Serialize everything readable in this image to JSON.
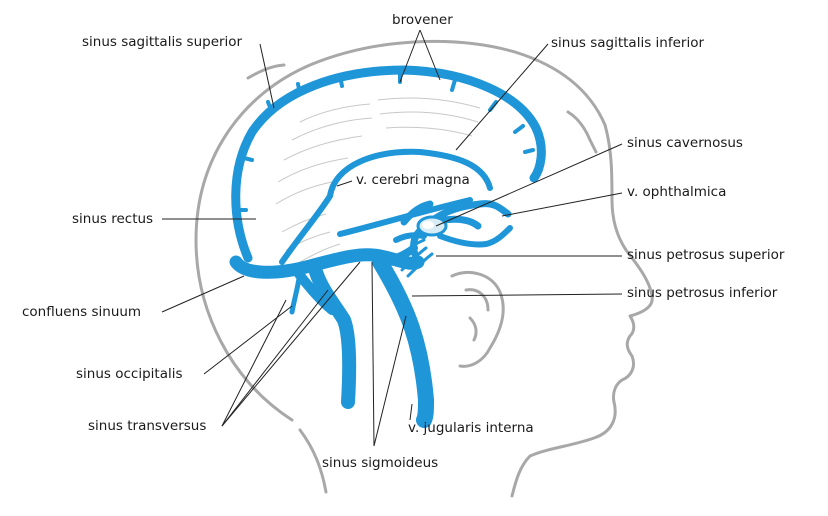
{
  "colors": {
    "vein": "#1e96d8",
    "outline": "#a8a8a8",
    "leader": "#222222",
    "text": "#1a1a1a"
  },
  "labels": {
    "brovener": "brovener",
    "sinus_sagittalis_superior": "sinus sagittalis superior",
    "sinus_sagittalis_inferior": "sinus sagittalis inferior",
    "sinus_cavernosus": "sinus cavernosus",
    "v_ophthalmica": "v. ophthalmica",
    "v_cerebri_magna": "v. cerebri magna",
    "sinus_rectus": "sinus rectus",
    "sinus_petrosus_superior": "sinus petrosus superior",
    "sinus_petrosus_inferior": "sinus petrosus inferior",
    "confluens_sinuum": "confluens sinuum",
    "sinus_occipitalis": "sinus occipitalis",
    "sinus_transversus": "sinus transversus",
    "v_jugularis_interna": "v. jugularis interna",
    "sinus_sigmoideus": "sinus sigmoideus"
  }
}
